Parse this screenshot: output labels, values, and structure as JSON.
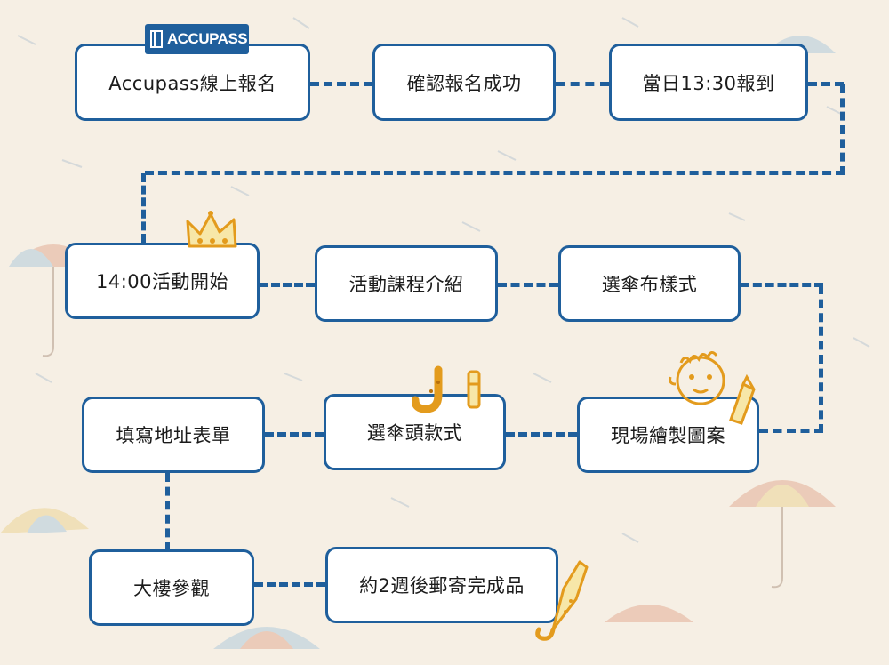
{
  "logo": {
    "text": "ACCUPASS"
  },
  "steps": [
    "Accupass線上報名",
    "確認報名成功",
    "當日13:30報到",
    "14:00活動開始",
    "活動課程介紹",
    "選傘布樣式",
    "填寫地址表單",
    "選傘頭款式",
    "現場繪製圖案",
    "大樓參觀",
    "約2週後郵寄完成品"
  ]
}
